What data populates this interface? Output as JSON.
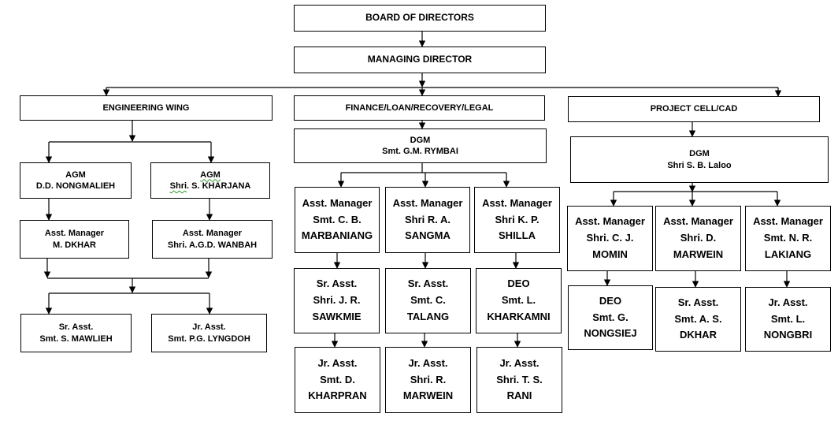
{
  "org": {
    "board": "BOARD OF DIRECTORS",
    "md": "MANAGING  DIRECTOR",
    "eng": {
      "title": "ENGINEERING WING",
      "agm1": {
        "role": "AGM",
        "name": "D.D. NONGMALIEH"
      },
      "agm2": {
        "role": "AGM",
        "prefix": "Shri",
        "name": ". S. KHARJANA"
      },
      "am1": {
        "role": "Asst. Manager",
        "name": "M. DKHAR"
      },
      "am2": {
        "role": "Asst. Manager",
        "name": "Shri.  A.G.D. WANBAH"
      },
      "sr": {
        "role": "Sr. Asst.",
        "name": "Smt. S. MAWLIEH"
      },
      "jr": {
        "role": "Jr. Asst.",
        "name": "Smt. P.G. LYNGDOH"
      }
    },
    "fin": {
      "title": "FINANCE/LOAN/RECOVERY/LEGAL",
      "dgm": {
        "role": "DGM",
        "name": "Smt. G.M. RYMBAI"
      },
      "col1": {
        "am": [
          "Asst. Manager",
          "Smt. C. B.",
          "MARBANIANG"
        ],
        "sr": [
          "Sr. Asst.",
          "Shri. J. R.",
          "SAWKMIE"
        ],
        "jr": [
          "Jr. Asst.",
          "Smt. D.",
          "KHARPRAN"
        ]
      },
      "col2": {
        "am": [
          "Asst. Manager",
          "Shri R. A.",
          "SANGMA"
        ],
        "sr": [
          "Sr. Asst.",
          "Smt. C.",
          "TALANG"
        ],
        "jr": [
          "Jr. Asst.",
          "Shri. R.",
          "MARWEIN"
        ]
      },
      "col3": {
        "am": [
          "Asst. Manager",
          "Shri K. P.",
          "SHILLA"
        ],
        "deo": [
          "DEO",
          "Smt. L.",
          "KHARKAMNI"
        ],
        "jr": [
          "Jr. Asst.",
          "Shri. T. S.",
          "RANI"
        ]
      }
    },
    "proj": {
      "title": "PROJECT CELL/CAD",
      "dgm": {
        "role": "DGM",
        "name": "Shri S. B. Laloo"
      },
      "col1": {
        "am": [
          "Asst. Manager",
          "Shri. C. J.",
          "MOMIN"
        ],
        "sub": [
          "DEO",
          "Smt. G.",
          "NONGSIEJ"
        ]
      },
      "col2": {
        "am": [
          "Asst. Manager",
          "Shri. D.",
          "MARWEIN"
        ],
        "sub": [
          "Sr. Asst.",
          "Smt. A. S.",
          "DKHAR"
        ]
      },
      "col3": {
        "am": [
          "Asst. Manager",
          "Smt. N. R.",
          "LAKIANG"
        ],
        "sub": [
          "Jr. Asst.",
          "Smt. L.",
          "NONGBRI"
        ]
      }
    }
  }
}
